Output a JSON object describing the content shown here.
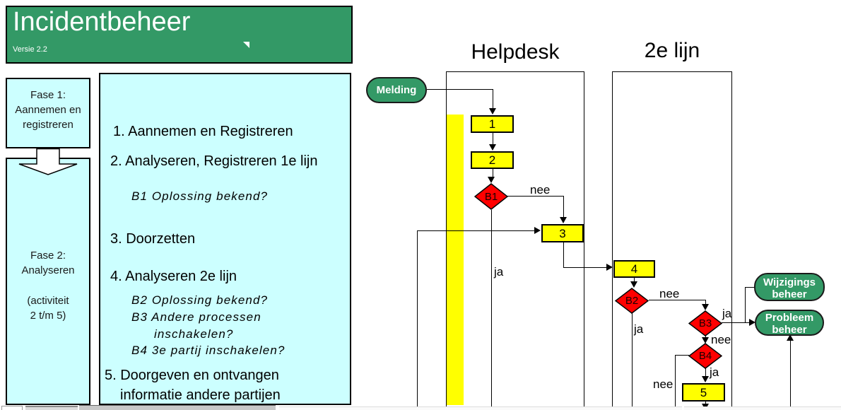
{
  "header": {
    "title": "Incidentbeheer",
    "version": "Versie 2.2"
  },
  "phase_panel": {
    "fase1_line1": "Fase 1:",
    "fase1_line2": "Aannemen en",
    "fase1_line3": "registreren",
    "fase2_line1": "Fase 2:",
    "fase2_line2": "Analyseren",
    "fase2_line3": "(activiteit",
    "fase2_line4": "2 t/m 5)"
  },
  "steps": [
    {
      "label": "1. Aannemen en Registreren",
      "type": "main"
    },
    {
      "label": "2. Analyseren, Registreren 1e lijn",
      "type": "main"
    },
    {
      "label": "B1  Oplossing bekend?",
      "type": "sub"
    },
    {
      "label": "3. Doorzetten",
      "type": "main"
    },
    {
      "label": "4. Analyseren 2e lijn",
      "type": "main"
    },
    {
      "label": "B2  Oplossing bekend?",
      "type": "sub"
    },
    {
      "label": "B3  Andere processen",
      "type": "sub"
    },
    {
      "label": "inschakelen?",
      "type": "sub-continuation"
    },
    {
      "label": "B4  3e partij inschakelen?",
      "type": "sub"
    },
    {
      "label": "5. Doorgeven en ontvangen",
      "type": "main"
    },
    {
      "label": "informatie andere partijen",
      "type": "main-continuation"
    }
  ],
  "flowchart": {
    "lane_helpdesk": "Helpdesk",
    "lane_2e_lijn": "2e lijn",
    "start_label": "Melding",
    "process_1": "1",
    "process_2": "2",
    "process_3": "3",
    "process_4": "4",
    "process_5": "5",
    "decision_b1": "B1",
    "decision_b2": "B2",
    "decision_b3": "B3",
    "decision_b4": "B4",
    "yes": "ja",
    "no": "nee",
    "wijzigings_line1": "Wijzigings",
    "wijzigings_line2": "beheer",
    "probleem_line1": "Probleem",
    "probleem_line2": "beheer"
  },
  "colors": {
    "header_green": "#339966",
    "panel_cyan": "#CCFFFF",
    "process_yellow": "#FFFF00",
    "decision_red": "#FF0000",
    "terminator_green": "#339966",
    "line_black": "#000000"
  }
}
